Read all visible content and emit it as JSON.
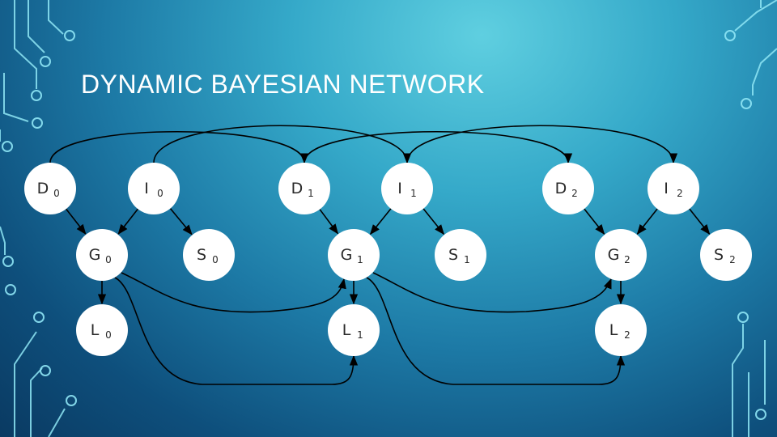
{
  "slide": {
    "title": "DYNAMIC BAYESIAN NETWORK"
  },
  "diagram": {
    "nodes": [
      {
        "id": "D0",
        "letter": "D",
        "sub": "0"
      },
      {
        "id": "I0",
        "letter": "I",
        "sub": "0"
      },
      {
        "id": "G0",
        "letter": "G",
        "sub": "0"
      },
      {
        "id": "S0",
        "letter": "S",
        "sub": "0"
      },
      {
        "id": "L0",
        "letter": "L",
        "sub": "0"
      },
      {
        "id": "D1",
        "letter": "D",
        "sub": "1"
      },
      {
        "id": "I1",
        "letter": "I",
        "sub": "1"
      },
      {
        "id": "G1",
        "letter": "G",
        "sub": "1"
      },
      {
        "id": "S1",
        "letter": "S",
        "sub": "1"
      },
      {
        "id": "L1",
        "letter": "L",
        "sub": "1"
      },
      {
        "id": "D2",
        "letter": "D",
        "sub": "2"
      },
      {
        "id": "I2",
        "letter": "I",
        "sub": "2"
      },
      {
        "id": "G2",
        "letter": "G",
        "sub": "2"
      },
      {
        "id": "S2",
        "letter": "S",
        "sub": "2"
      },
      {
        "id": "L2",
        "letter": "L",
        "sub": "2"
      }
    ],
    "edges": [
      [
        "D0",
        "G0"
      ],
      [
        "I0",
        "G0"
      ],
      [
        "I0",
        "S0"
      ],
      [
        "G0",
        "L0"
      ],
      [
        "D1",
        "G1"
      ],
      [
        "I1",
        "G1"
      ],
      [
        "I1",
        "S1"
      ],
      [
        "G1",
        "L1"
      ],
      [
        "D2",
        "G2"
      ],
      [
        "I2",
        "G2"
      ],
      [
        "I2",
        "S2"
      ],
      [
        "G2",
        "L2"
      ],
      [
        "D0",
        "D1"
      ],
      [
        "I0",
        "I1"
      ],
      [
        "D1",
        "D2"
      ],
      [
        "I1",
        "I2"
      ],
      [
        "G0",
        "G1"
      ],
      [
        "G0",
        "L1"
      ],
      [
        "G1",
        "G2"
      ],
      [
        "G1",
        "L2"
      ]
    ]
  },
  "colors": {
    "node_fill": "#ffffff",
    "edge": "#000000",
    "title": "#ffffff",
    "decoration": "#8fe6f5"
  }
}
